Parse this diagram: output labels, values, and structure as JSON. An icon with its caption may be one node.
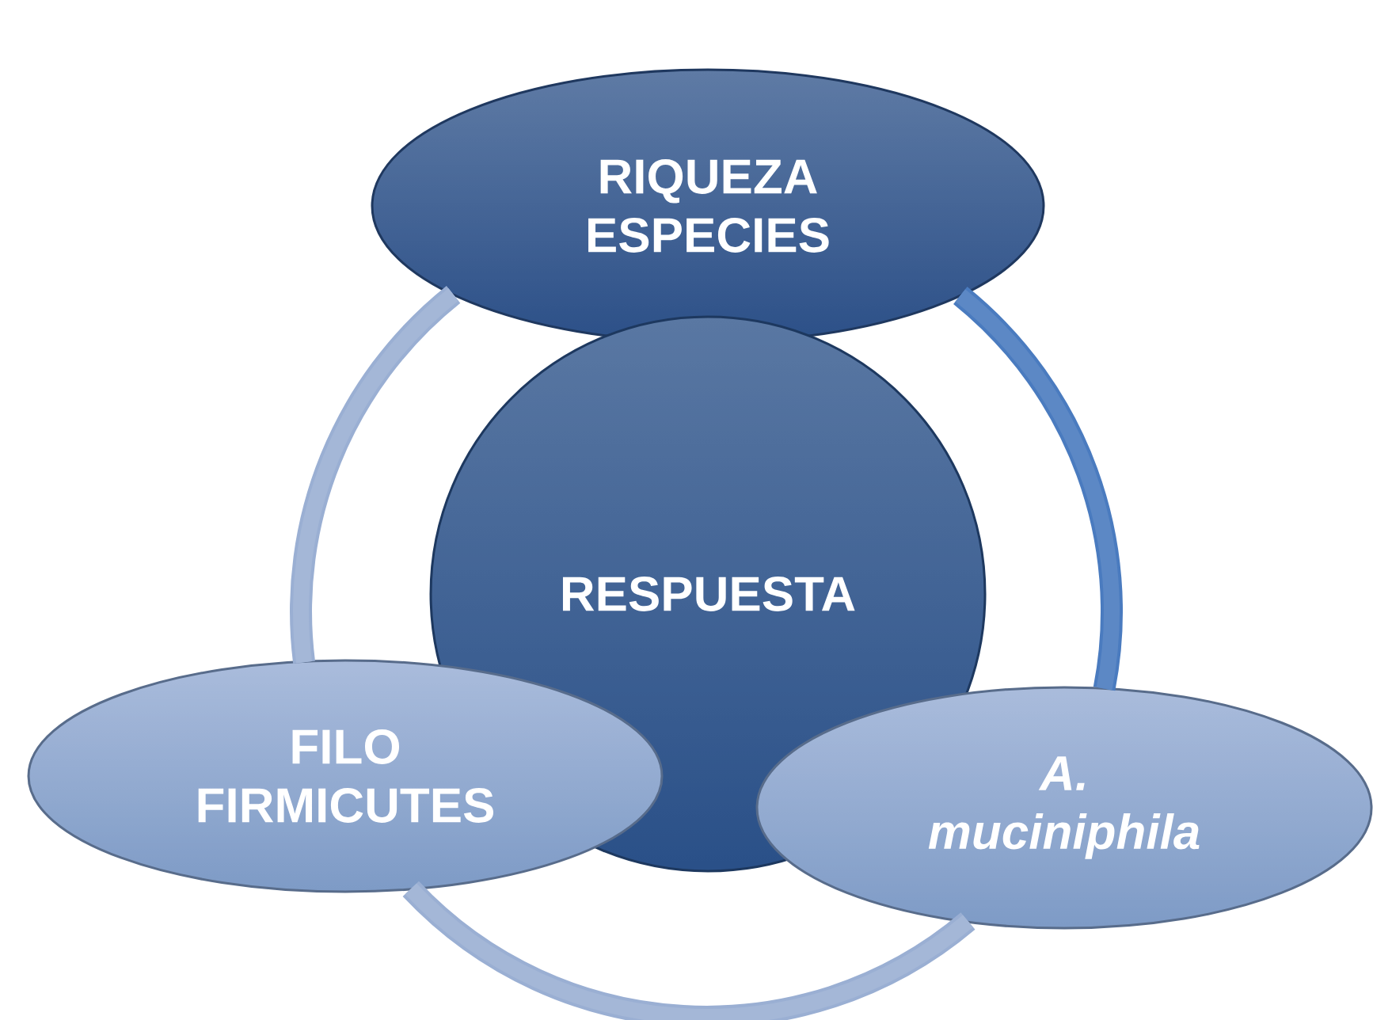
{
  "diagram": {
    "nodes": [
      {
        "text": [
          "RIQUEZA ESPECIES"
        ]
      },
      {
        "text": [
          "RESPUESTA"
        ]
      },
      {
        "text": [
          "FILO FIRMICUTES"
        ]
      },
      {
        "text": [
          "A. muciniphila"
        ]
      }
    ],
    "edges": [
      {
        "from": 0,
        "to": 2,
        "arrow": "none"
      },
      {
        "from": 2,
        "to": 3,
        "arrow": "none"
      },
      {
        "from": 0,
        "to": 3,
        "arrow": "none",
        "color": "#4a7bbf"
      }
    ]
  }
}
